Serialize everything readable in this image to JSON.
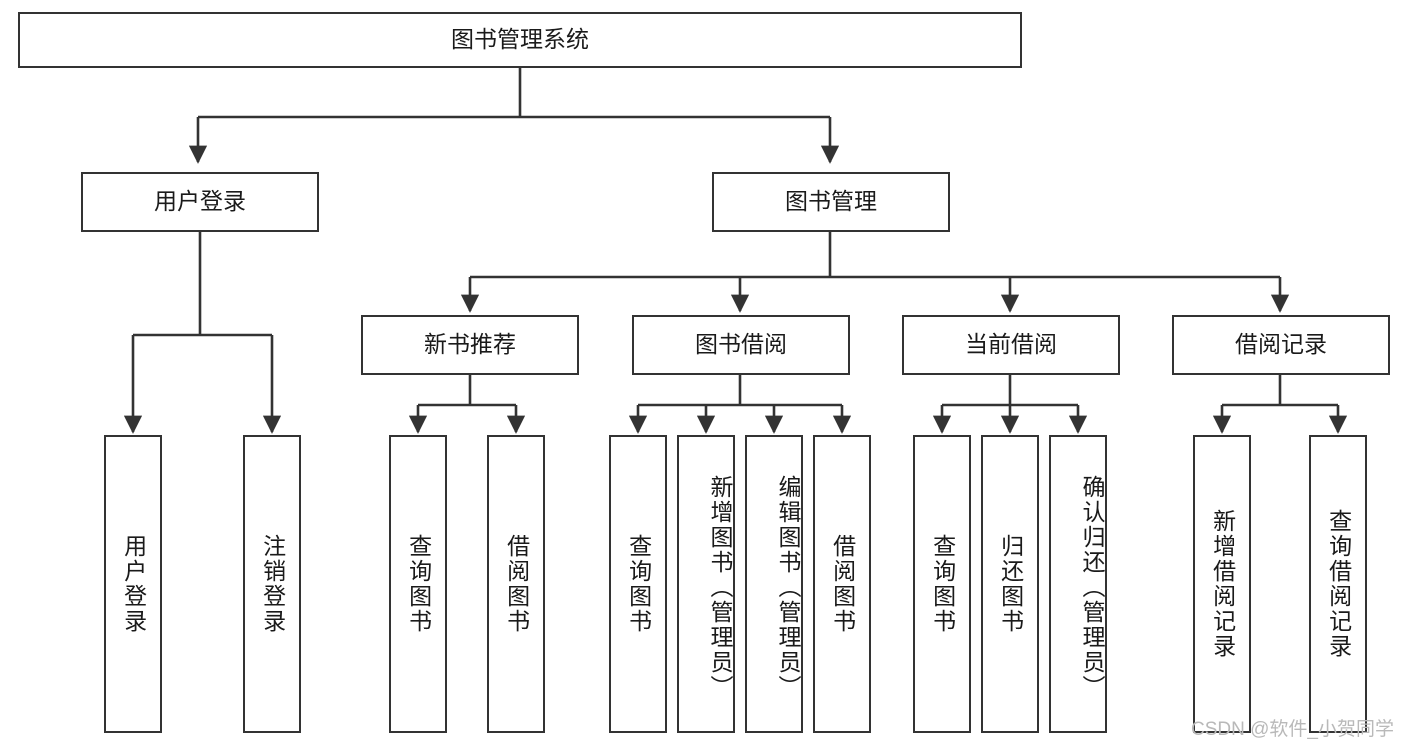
{
  "diagram": {
    "title": "图书管理系统",
    "type": "tree-hierarchy",
    "watermark": "CSDN @软件_小贺同学",
    "colors": {
      "stroke": "#333333",
      "fill": "#ffffff",
      "text": "#1a1a1a",
      "watermark": "#b9b9b9"
    },
    "root": {
      "label": "图书管理系统"
    },
    "level1": [
      {
        "label": "用户登录"
      },
      {
        "label": "图书管理"
      }
    ],
    "level2": [
      {
        "label": "新书推荐"
      },
      {
        "label": "图书借阅"
      },
      {
        "label": "当前借阅"
      },
      {
        "label": "借阅记录"
      }
    ],
    "leaves": {
      "user_login": [
        {
          "label": "用户登录"
        },
        {
          "label": "注销登录"
        }
      ],
      "new_book_recommend": [
        {
          "label": "查询图书"
        },
        {
          "label": "借阅图书"
        }
      ],
      "book_borrow": [
        {
          "label": "查询图书"
        },
        {
          "label": "新增图书（管理员）"
        },
        {
          "label": "编辑图书（管理员）"
        },
        {
          "label": "借阅图书"
        }
      ],
      "current_borrow": [
        {
          "label": "查询图书"
        },
        {
          "label": "归还图书"
        },
        {
          "label": "确认归还（管理员）"
        }
      ],
      "borrow_record": [
        {
          "label": "新增借阅记录"
        },
        {
          "label": "查询借阅记录"
        }
      ]
    }
  }
}
